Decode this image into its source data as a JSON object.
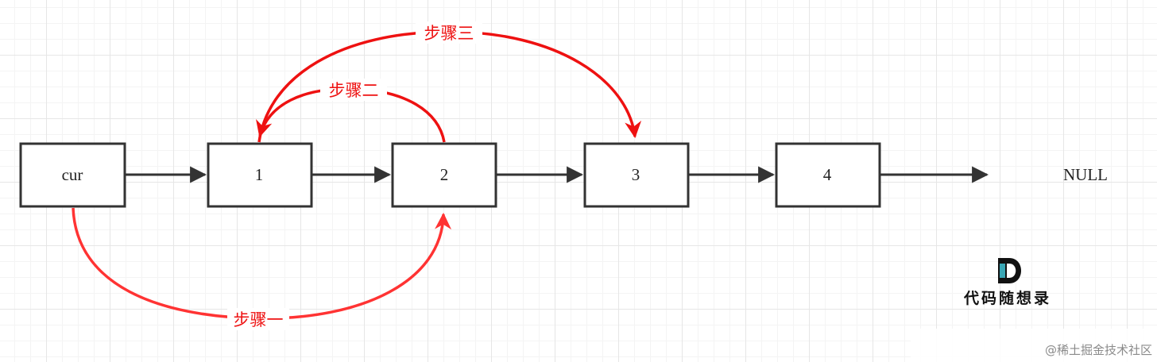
{
  "nodes": [
    {
      "id": "cur",
      "label": "cur"
    },
    {
      "id": "n1",
      "label": "1"
    },
    {
      "id": "n2",
      "label": "2"
    },
    {
      "id": "n3",
      "label": "3"
    },
    {
      "id": "n4",
      "label": "4"
    }
  ],
  "null_label": "NULL",
  "steps": {
    "one": "步骤一",
    "two": "步骤二",
    "three": "步骤三"
  },
  "colors": {
    "node_border": "#333333",
    "arrow": "#333333",
    "step_one": "#ff3333",
    "step_two_three": "#ee1111"
  },
  "logo": {
    "text": "代码随想录"
  },
  "watermark": "@稀土掘金技术社区"
}
